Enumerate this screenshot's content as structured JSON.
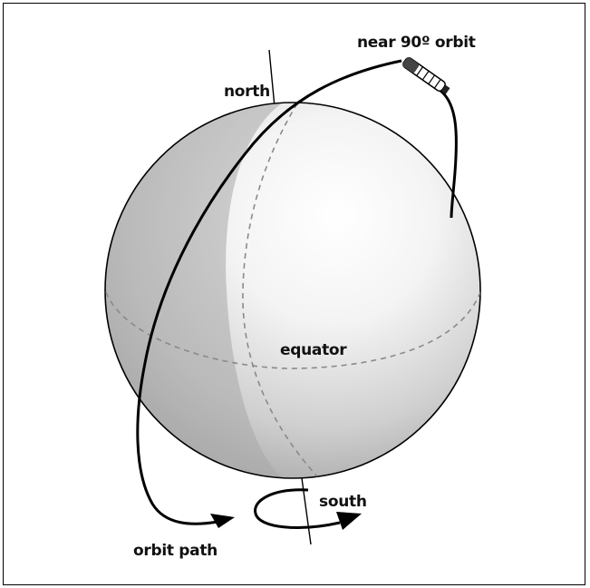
{
  "labels": {
    "orbit_title": "near 90º orbit",
    "north": "north",
    "equator": "equator",
    "south": "south",
    "orbit_path": "orbit path"
  },
  "colors": {
    "line": "#000000",
    "sphere_shadow": "#9a9a9a",
    "sphere_light": "#ffffff",
    "dashed": "#8a8a8a"
  },
  "icons": {
    "satellite": "satellite-icon",
    "arrow": "arrowhead-icon"
  }
}
